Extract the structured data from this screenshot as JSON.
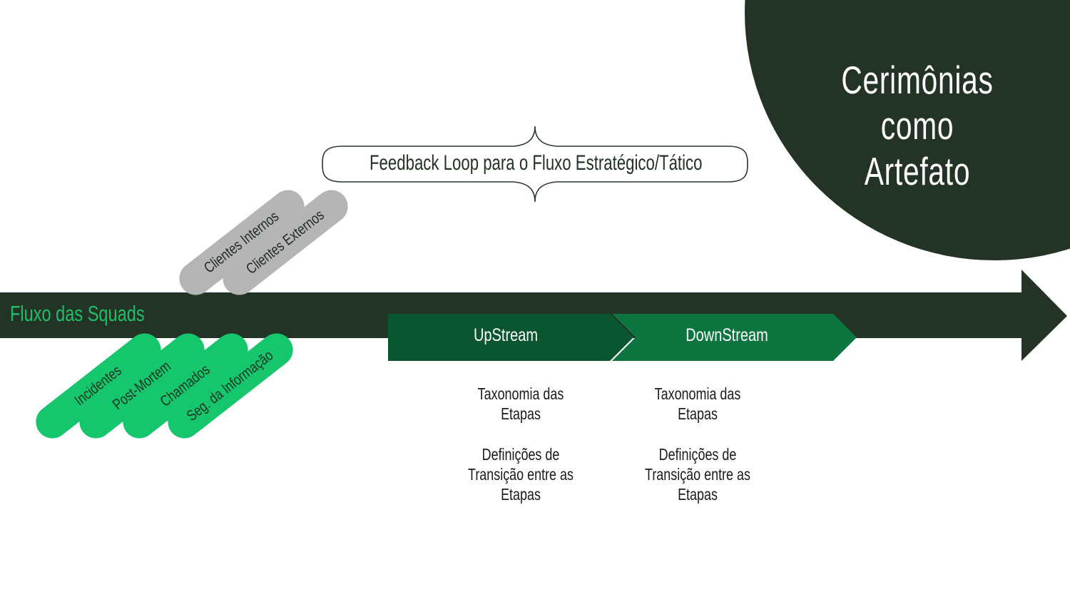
{
  "title": {
    "line1": "Cerimônias",
    "line2": "como Artefato"
  },
  "main_flow": {
    "label": "Fluxo das Squads"
  },
  "feedback_loop": {
    "label": "Feedback Loop para o Fluxo Estratégico/Tático"
  },
  "stages": [
    {
      "label": "UpStream",
      "taxonomy": "Taxonomia das Etapas",
      "transition": [
        "Definições de",
        "Transição entre as",
        "Etapas"
      ]
    },
    {
      "label": "DownStream",
      "taxonomy": "Taxonomia das Etapas",
      "transition": [
        "Definições de",
        "Transição entre as",
        "Etapas"
      ]
    }
  ],
  "client_pills": [
    "Clientes Internos",
    "Clientes Externos"
  ],
  "input_pills": [
    "Incidentes",
    "Post-Mortem",
    "Chamados",
    "Seg. da Informação"
  ],
  "colors": {
    "dark_green": "#233325",
    "upstream": "#0a5630",
    "downstream": "#0c7540",
    "bright_green": "#15c66d",
    "label_green": "#1fbf6a",
    "gray": "#b5b5b5"
  }
}
